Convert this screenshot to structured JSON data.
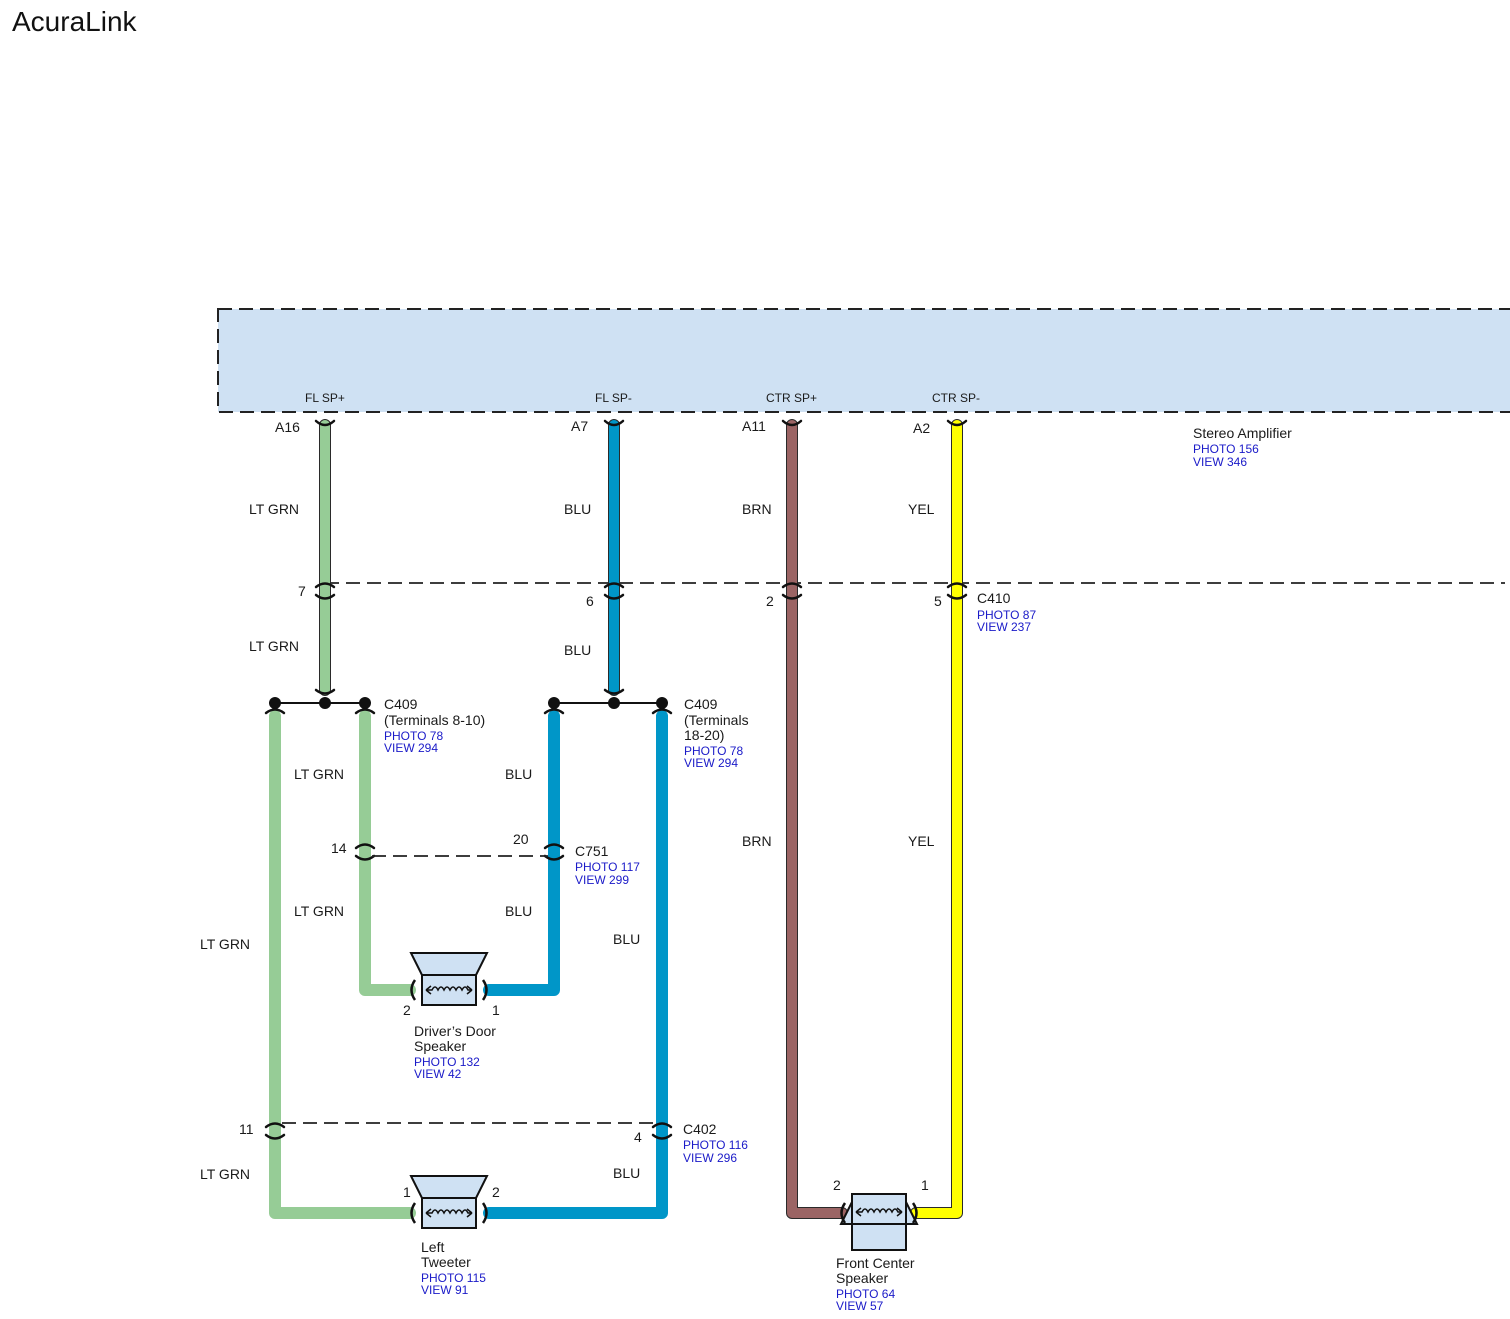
{
  "title": "AcuraLink",
  "colors": {
    "lt_grn": "#96cc96",
    "blu": "#0096c8",
    "brn": "#9b6464",
    "yel": "#ffff00",
    "amp_fill": "#cfe1f3",
    "speaker_fill": "#cfe1f3",
    "ref_text": "#1a1ac8"
  },
  "amplifier": {
    "name": "Stereo Amplifier",
    "photo": "PHOTO 156",
    "view": "VIEW 346",
    "terminals": [
      {
        "signal": "FL SP+",
        "pin": "A16"
      },
      {
        "signal": "FL SP-",
        "pin": "A7"
      },
      {
        "signal": "CTR SP+",
        "pin": "A11"
      },
      {
        "signal": "CTR SP-",
        "pin": "A2"
      }
    ]
  },
  "wires": {
    "lt_grn": "LT GRN",
    "blu": "BLU",
    "brn": "BRN",
    "yel": "YEL"
  },
  "c410": {
    "name": "C410",
    "photo": "PHOTO 87",
    "view": "VIEW 237",
    "pins": [
      "7",
      "6",
      "2",
      "5"
    ]
  },
  "c409_a": {
    "name": "C409",
    "terminals": "(Terminals 8-10)",
    "photo": "PHOTO 78",
    "view": "VIEW 294"
  },
  "c409_b": {
    "name": "C409",
    "terminals_line1": "(Terminals",
    "terminals_line2": "18-20)",
    "photo": "PHOTO 78",
    "view": "VIEW 294"
  },
  "c751": {
    "name": "C751",
    "photo": "PHOTO 117",
    "view": "VIEW 299",
    "pins": [
      "14",
      "20"
    ]
  },
  "c402": {
    "name": "C402",
    "photo": "PHOTO 116",
    "view": "VIEW 296",
    "pins": [
      "11",
      "4"
    ]
  },
  "drivers_door_speaker": {
    "name_line1": "Driver’s Door",
    "name_line2": "Speaker",
    "photo": "PHOTO 132",
    "view": "VIEW 42",
    "pins": [
      "2",
      "1"
    ]
  },
  "left_tweeter": {
    "name_line1": "Left",
    "name_line2": "Tweeter",
    "photo": "PHOTO 115",
    "view": "VIEW 91",
    "pins": [
      "1",
      "2"
    ]
  },
  "front_center_speaker": {
    "name_line1": "Front Center",
    "name_line2": "Speaker",
    "photo": "PHOTO 64",
    "view": "VIEW 57",
    "pins": [
      "2",
      "1"
    ]
  }
}
